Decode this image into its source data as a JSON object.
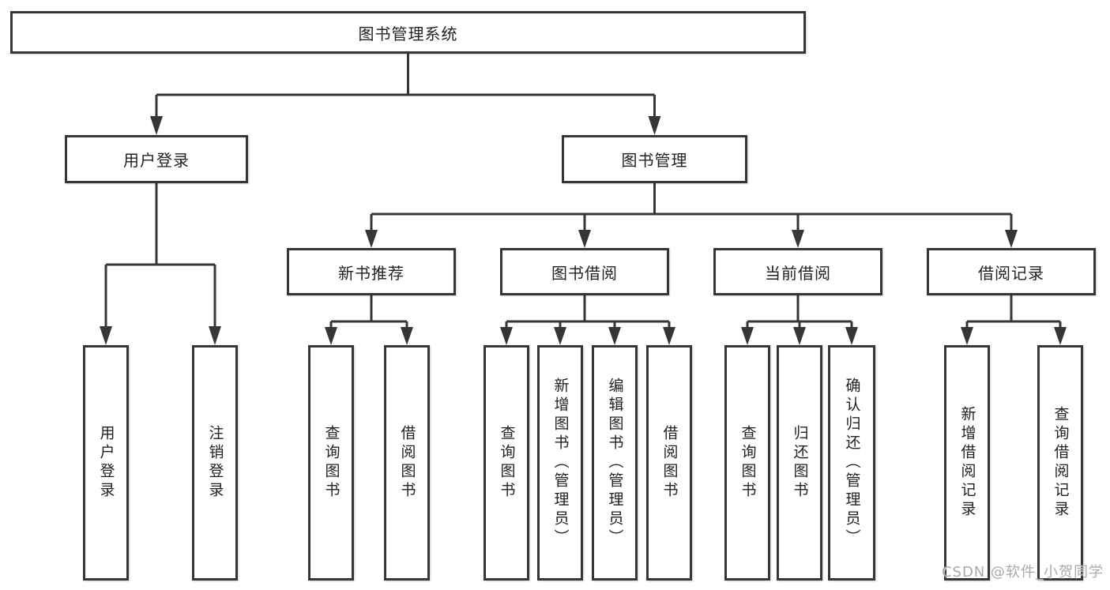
{
  "tree": {
    "root": {
      "label": "图书管理系统"
    },
    "branches": [
      {
        "label": "用户登录",
        "children": [
          "用户登录",
          "注销登录"
        ]
      },
      {
        "label": "图书管理",
        "sections": [
          {
            "label": "新书推荐",
            "children": [
              "查询图书",
              "借阅图书"
            ]
          },
          {
            "label": "图书借阅",
            "children": [
              "查询图书",
              "新增图书（管理员）",
              "编辑图书（管理员）",
              "借阅图书"
            ]
          },
          {
            "label": "当前借阅",
            "children": [
              "查询图书",
              "归还图书",
              "确认归还（管理员）"
            ]
          },
          {
            "label": "借阅记录",
            "children": [
              "新增借阅记录",
              "查询借阅记录"
            ]
          }
        ]
      }
    ]
  },
  "watermark": {
    "text": "CSDN @软件_小贺同学"
  },
  "colors": {
    "line": "#363636",
    "box_border": "#363636",
    "box_fill": "#ffffff",
    "text": "#222222",
    "watermark": "#a9a9a9",
    "background": "#ffffff"
  }
}
